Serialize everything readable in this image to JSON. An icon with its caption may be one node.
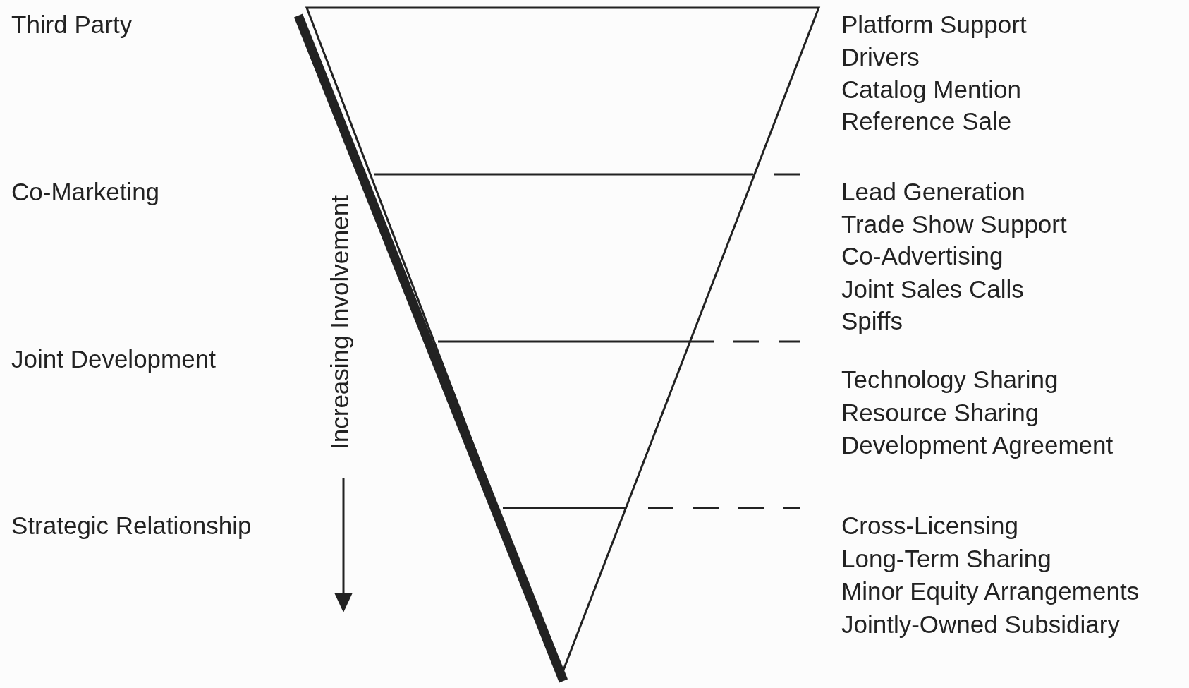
{
  "diagram": {
    "labels": [
      "Third Party",
      "Platform Support",
      "Drivers",
      "Catalog Mention",
      "Reference Sale",
      "Co-Marketing",
      "Lead Generation",
      "Trade Show Support",
      "Co-Advertising",
      "Joint Sales Calls",
      "Spiffs",
      "Increasing Involvement",
      "Joint Development",
      "Technology Sharing",
      "Resource Sharing",
      "Development Agreement",
      "Strategic Relationship",
      "Cross-Licensing",
      "Long-Term Sharing",
      "Minor Equity Arrangements",
      "Jointly-Owned Subsidiary"
    ]
  }
}
